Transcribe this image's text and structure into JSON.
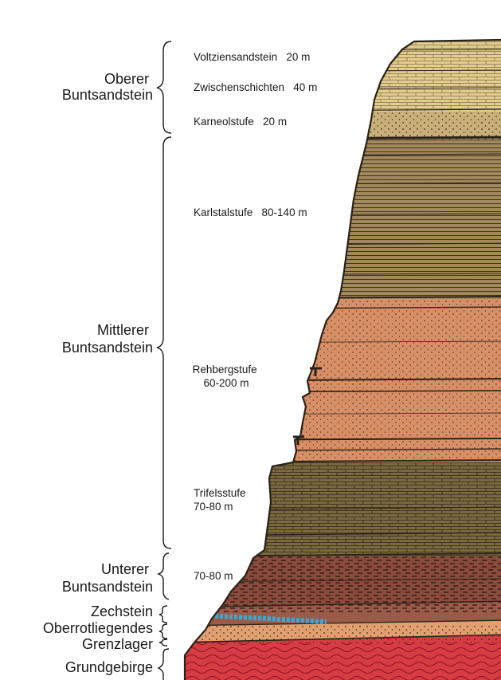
{
  "groups": [
    {
      "key": "oberer",
      "lines": [
        "Oberer",
        "Buntsandstein"
      ]
    },
    {
      "key": "mittlerer",
      "lines": [
        "Mittlerer",
        "Buntsandstein"
      ]
    },
    {
      "key": "unterer",
      "lines": [
        "Unterer",
        "Buntsandstein"
      ]
    },
    {
      "key": "zechstein",
      "lines": [
        "Zechstein"
      ]
    },
    {
      "key": "oberrotliegendes",
      "lines": [
        "Oberrotliegendes"
      ]
    },
    {
      "key": "grenzlager",
      "lines": [
        "Grenzlager"
      ]
    },
    {
      "key": "grundgebirge",
      "lines": [
        "Grundgebirge"
      ]
    }
  ],
  "units": [
    {
      "key": "voltziensandstein",
      "lines": [
        "Voltziensandstein   20 m"
      ]
    },
    {
      "key": "zwischenschichten",
      "lines": [
        "Zwischenschichten   40 m"
      ]
    },
    {
      "key": "karneolstufe",
      "lines": [
        "Karneolstufe   20 m"
      ]
    },
    {
      "key": "karlstalstufe",
      "lines": [
        "Karlstalstufe   80-140 m"
      ]
    },
    {
      "key": "rehbergstufe",
      "lines": [
        "Rehbergstufe",
        "60-200 m"
      ]
    },
    {
      "key": "trifelsstufe",
      "lines": [
        "Trifelsstufe",
        "70-80 m"
      ]
    },
    {
      "key": "unterer-thickness",
      "lines": [
        "70-80 m"
      ]
    }
  ],
  "colors": {
    "sandstone_light": "#e3cd8c",
    "karneol": "#c8b078",
    "karlstal": "#a1895c",
    "rehberg": "#d98f66",
    "trifels": "#7a6a3e",
    "unterer": "#8a4a3c",
    "zechstein": "#9c5a48",
    "dolomite_band": "#3aa8d8",
    "oberrotliegendes": "#e2a070",
    "grundgebirge": "#d63c44",
    "outline": "#2a2218"
  }
}
